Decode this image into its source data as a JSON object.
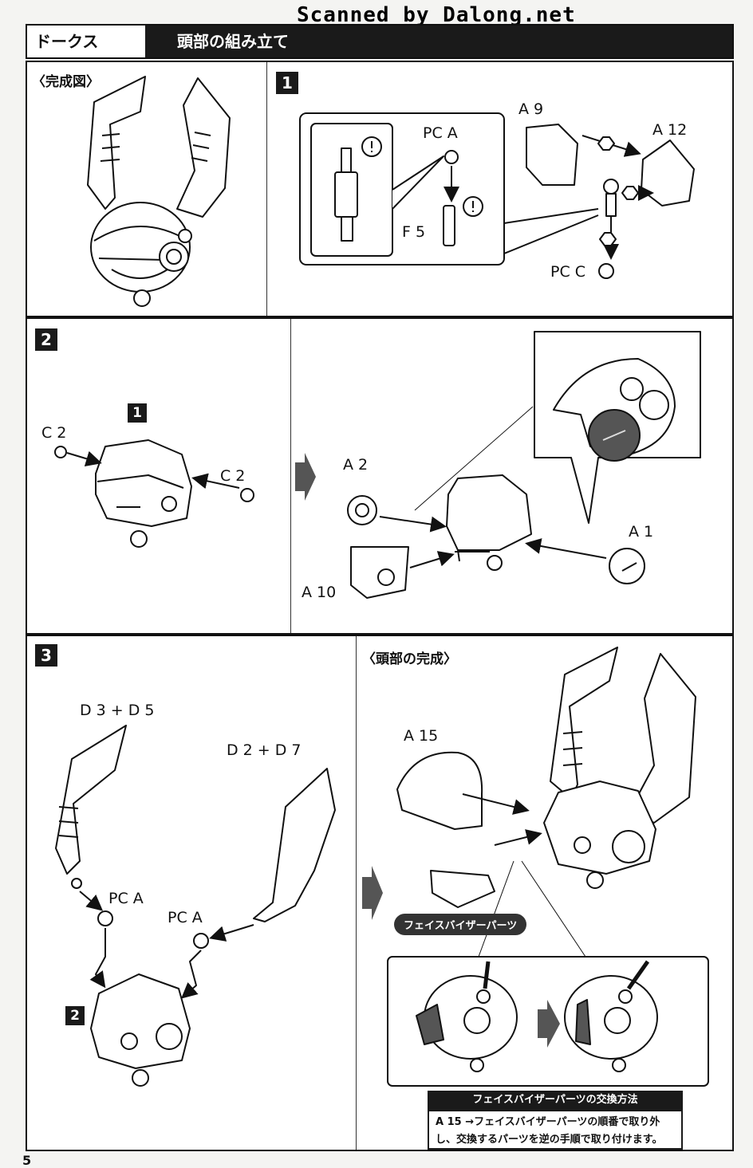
{
  "watermark": "Scanned by Dalong.net",
  "header": {
    "model_name": "ドークス",
    "section_title": "頭部の組み立て"
  },
  "completed_label": "〈完成図〉",
  "steps": {
    "s1": {
      "number": "1",
      "part_pc_a": "PC A",
      "part_f5": "F 5",
      "part_a9": "A 9",
      "part_a12": "A 12",
      "part_pc_c": "PC C"
    },
    "s2": {
      "number": "2",
      "part_c2_left": "C 2",
      "part_c2_right": "C 2",
      "sub_step": "1",
      "part_a2": "A 2",
      "part_a1": "A 1",
      "part_a10": "A 10"
    },
    "s3": {
      "number": "3",
      "part_left_arm": "D 3 + D 5",
      "part_right_arm": "D 2 + D 7",
      "part_pc_a_left": "PC A",
      "part_pc_a_right": "PC A",
      "sub_step": "2"
    }
  },
  "head_complete": {
    "title": "〈頭部の完成〉",
    "part_a15": "A 15",
    "face_visor_label": "フェイスバイザーパーツ",
    "note_title": "フェイスバイザーパーツの交換方法",
    "note_line1": "A 15 →フェイスバイザーパーツの順番で取り外",
    "note_line2": "し、交換するパーツを逆の手順で取り付けます。"
  },
  "page_number": "5"
}
